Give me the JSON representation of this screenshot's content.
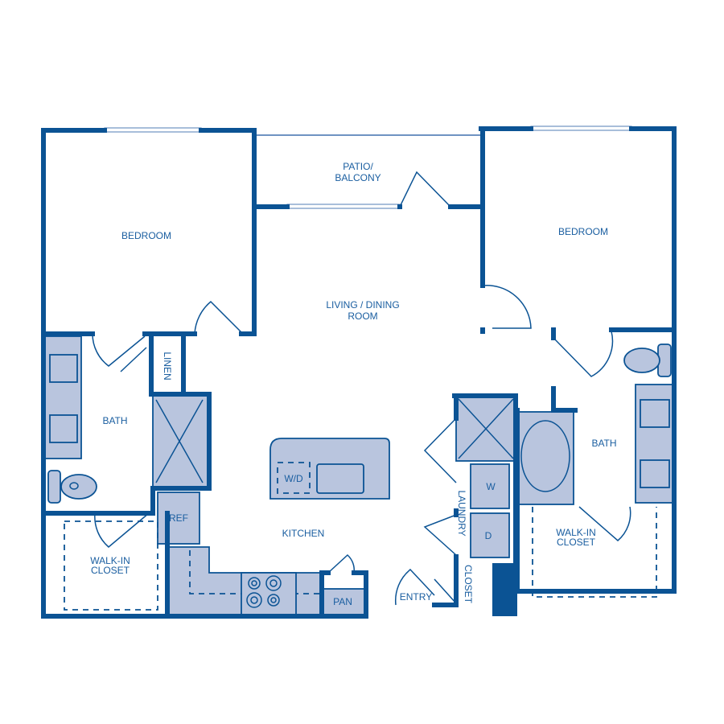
{
  "colors": {
    "wall": "#0b5394",
    "fixture_fill": "#b9c5de",
    "label": "#1a5ea0",
    "background": "#ffffff"
  },
  "rooms": {
    "bedroom_left": "BEDROOM",
    "bedroom_right": "BEDROOM",
    "patio_line1": "PATIO/",
    "patio_line2": "BALCONY",
    "living_line1": "LIVING / DINING",
    "living_line2": "ROOM",
    "bath_left": "BATH",
    "bath_right": "BATH",
    "linen": "LINEN",
    "kitchen": "KITCHEN",
    "closet_left_line1": "WALK-IN",
    "closet_left_line2": "CLOSET",
    "closet_right_line1": "WALK-IN",
    "closet_right_line2": "CLOSET",
    "laundry": "LAUNDRY",
    "entry": "ENTRY",
    "closet_entry": "CLOSET",
    "pantry": "PAN"
  },
  "fixtures": {
    "wd": "W/D",
    "ref": "REF",
    "washer": "W",
    "dryer": "D"
  }
}
